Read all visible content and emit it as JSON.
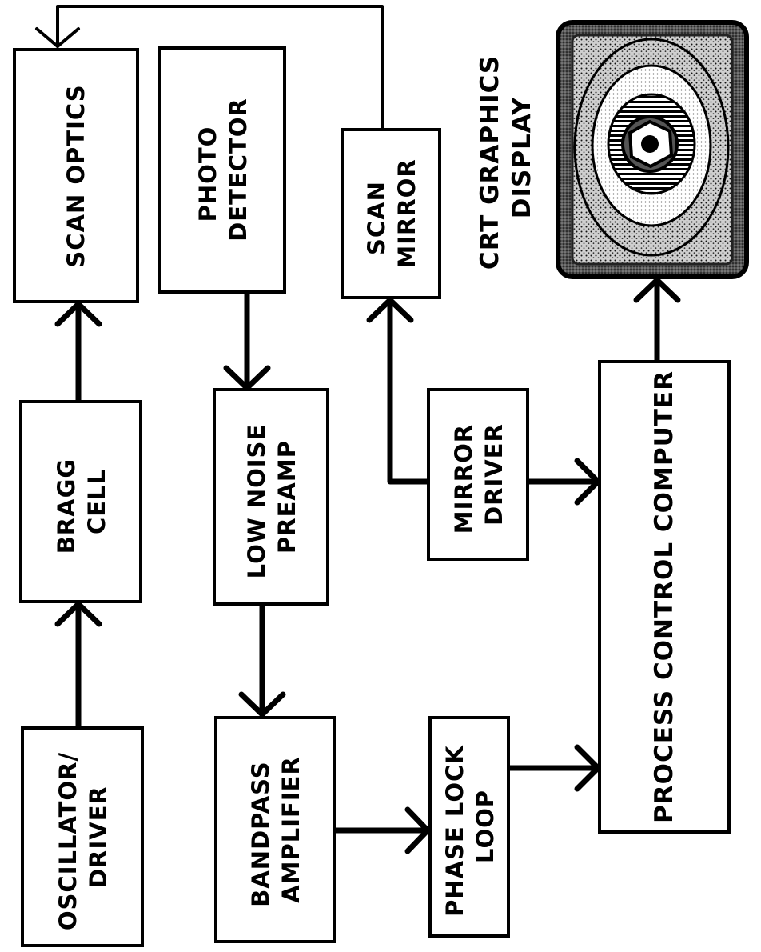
{
  "blocks": {
    "oscillator": {
      "line1": "OSCILLATOR/",
      "line2": "DRIVER"
    },
    "bragg": {
      "line1": "BRAGG",
      "line2": "CELL"
    },
    "scan_optics": {
      "line1": "SCAN OPTICS"
    },
    "photo_detector": {
      "line1": "PHOTO",
      "line2": "DETECTOR"
    },
    "preamp": {
      "line1": "LOW NOISE",
      "line2": "PREAMP"
    },
    "bandpass": {
      "line1": "BANDPASS",
      "line2": "AMPLIFIER"
    },
    "scan_mirror": {
      "line1": "SCAN",
      "line2": "MIRROR"
    },
    "mirror_driver": {
      "line1": "MIRROR",
      "line2": "DRIVER"
    },
    "pll": {
      "line1": "PHASE LOCK",
      "line2": "LOOP"
    },
    "computer": {
      "line1": "PROCESS CONTROL COMPUTER"
    }
  },
  "display": {
    "line1": "CRT GRAPHICS",
    "line2": "DISPLAY"
  },
  "colors": {
    "ink": "#000000",
    "paper": "#ffffff",
    "screen_dark": "#2a2a2a",
    "screen_mid": "#9a9a9a"
  }
}
